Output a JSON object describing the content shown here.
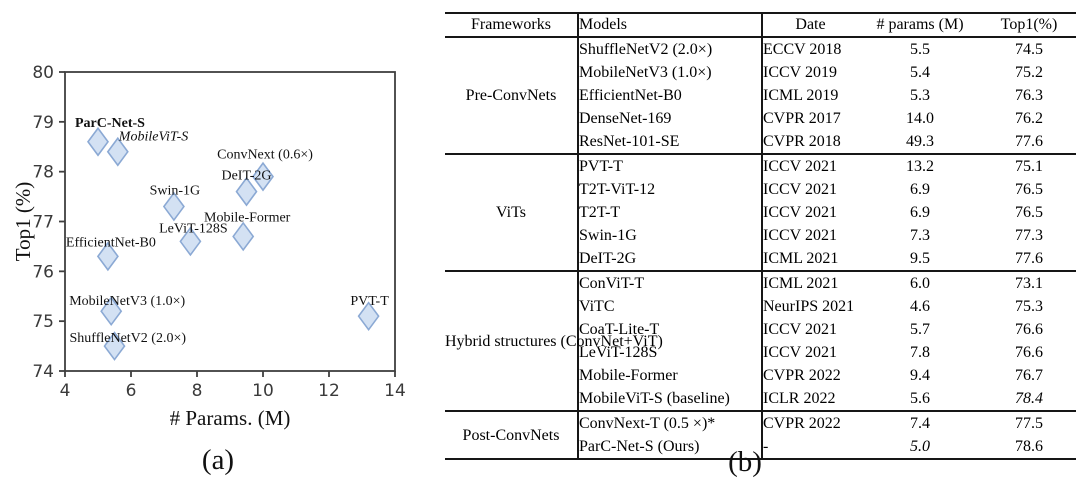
{
  "figure": {
    "caption_a": "(a)",
    "caption_b": "(b)"
  },
  "chart_data": {
    "type": "scatter",
    "title": "",
    "xlabel": "# Params. (M)",
    "ylabel": "Top1 (%)",
    "xlim": [
      4,
      14
    ],
    "ylim": [
      74,
      80
    ],
    "xticks": [
      4,
      6,
      8,
      10,
      12,
      14
    ],
    "yticks": [
      74,
      75,
      76,
      77,
      78,
      79,
      80
    ],
    "grid": false,
    "legend": "none",
    "marker": "diamond",
    "marker_fill": "#d3e1f3",
    "marker_stroke": "#8ba9d4",
    "axis_color": "#3f3f3f",
    "points": [
      {
        "label": "ParC-Net-S",
        "x": 5.0,
        "y": 78.6,
        "bold": true,
        "italic": false,
        "anchor": "start",
        "label_dx": -23,
        "label_dy": -15
      },
      {
        "label": "MobileViT-S",
        "x": 5.6,
        "y": 78.4,
        "bold": false,
        "italic": true,
        "anchor": "start",
        "label_dx": 1,
        "label_dy": -11
      },
      {
        "label": "ConvNext (0.6×)",
        "x": 10.0,
        "y": 77.9,
        "bold": false,
        "italic": false,
        "anchor": "middle",
        "label_dx": 2,
        "label_dy": -18
      },
      {
        "label": "DeIT-2G",
        "x": 9.5,
        "y": 77.6,
        "bold": false,
        "italic": false,
        "anchor": "middle",
        "label_dx": 0,
        "label_dy": -12
      },
      {
        "label": "Swin-1G",
        "x": 7.3,
        "y": 77.3,
        "bold": false,
        "italic": false,
        "anchor": "middle",
        "label_dx": 1,
        "label_dy": -12
      },
      {
        "label": "Mobile-Former",
        "x": 9.4,
        "y": 76.7,
        "bold": false,
        "italic": false,
        "anchor": "middle",
        "label_dx": 4,
        "label_dy": -15
      },
      {
        "label": "LeViT-128S",
        "x": 7.8,
        "y": 76.6,
        "bold": false,
        "italic": false,
        "anchor": "middle",
        "label_dx": 3,
        "label_dy": -9
      },
      {
        "label": "EfficientNet-B0",
        "x": 5.3,
        "y": 76.3,
        "bold": false,
        "italic": false,
        "anchor": "middle",
        "label_dx": 3,
        "label_dy": -10
      },
      {
        "label": "MobileNetV3 (1.0×)",
        "x": 5.4,
        "y": 75.2,
        "bold": false,
        "italic": false,
        "anchor": "start",
        "label_dx": -42,
        "label_dy": -6
      },
      {
        "label": "ShuffleNetV2 (2.0×)",
        "x": 5.5,
        "y": 74.5,
        "bold": false,
        "italic": false,
        "anchor": "start",
        "label_dx": -45,
        "label_dy": -4
      },
      {
        "label": "PVT-T",
        "x": 13.2,
        "y": 75.1,
        "bold": false,
        "italic": false,
        "anchor": "middle",
        "label_dx": 1,
        "label_dy": -11
      }
    ]
  },
  "table": {
    "headers": [
      "Frameworks",
      "Models",
      "Date",
      "# params (M)",
      "Top1(%)"
    ],
    "groups": [
      {
        "framework": "Pre-ConvNets",
        "rows": [
          {
            "model": "ShuffleNetV2 (2.0×)",
            "date": "ECCV 2018",
            "params": "5.5",
            "top1": "74.5"
          },
          {
            "model": "MobileNetV3 (1.0×)",
            "date": "ICCV 2019",
            "params": "5.4",
            "top1": "75.2"
          },
          {
            "model": "EfficientNet-B0",
            "date": "ICML 2019",
            "params": "5.3",
            "top1": "76.3"
          },
          {
            "model": "DenseNet-169",
            "date": "CVPR 2017",
            "params": "14.0",
            "top1": "76.2"
          },
          {
            "model": "ResNet-101-SE",
            "date": "CVPR 2018",
            "params": "49.3",
            "top1": "77.6"
          }
        ]
      },
      {
        "framework": "ViTs",
        "rows": [
          {
            "model": "PVT-T",
            "date": "ICCV 2021",
            "params": "13.2",
            "top1": "75.1"
          },
          {
            "model": "T2T-ViT-12",
            "date": "ICCV 2021",
            "params": "6.9",
            "top1": "76.5"
          },
          {
            "model": "T2T-T",
            "date": "ICCV 2021",
            "params": "6.9",
            "top1": "76.5"
          },
          {
            "model": "Swin-1G",
            "date": "ICCV 2021",
            "params": "7.3",
            "top1": "77.3"
          },
          {
            "model": "DeIT-2G",
            "date": "ICML 2021",
            "params": "9.5",
            "top1": "77.6"
          }
        ]
      },
      {
        "framework": "Hybrid structures (ConvNet+ViT)",
        "rows": [
          {
            "model": "ConViT-T",
            "date": "ICML 2021",
            "params": "6.0",
            "top1": "73.1"
          },
          {
            "model": "ViTC",
            "date": "NeurIPS 2021",
            "params": "4.6",
            "top1": "75.3",
            "params_style": "bold"
          },
          {
            "model": "CoaT-Lite-T",
            "date": "ICCV 2021",
            "params": "5.7",
            "top1": "76.6"
          },
          {
            "model": "LeViT-128S",
            "date": "ICCV 2021",
            "params": "7.8",
            "top1": "76.6"
          },
          {
            "model": "Mobile-Former",
            "date": "CVPR 2022",
            "params": "9.4",
            "top1": "76.7"
          },
          {
            "model": "MobileViT-S (baseline)",
            "date": "ICLR 2022",
            "params": "5.6",
            "top1": "78.4",
            "top1_style": "italic"
          }
        ]
      },
      {
        "framework": "Post-ConvNets",
        "rows": [
          {
            "model": "ConvNext-T (0.5 ×)*",
            "date": "CVPR 2022",
            "params": "7.4",
            "top1": "77.5"
          },
          {
            "model": "ParC-Net-S (Ours)",
            "date": "-",
            "params": "5.0",
            "top1": "78.6",
            "params_style": "italic",
            "top1_style": "bold"
          }
        ]
      }
    ]
  }
}
